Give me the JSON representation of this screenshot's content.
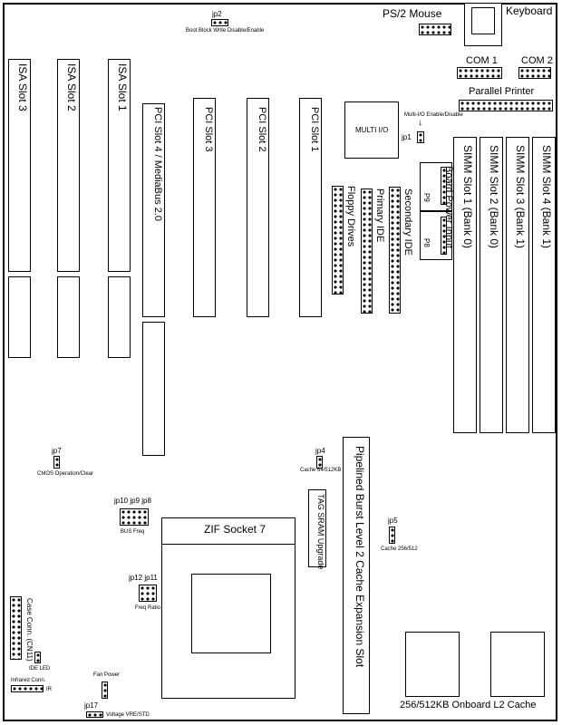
{
  "keyboard": "Keyboard",
  "ps2_mouse": "PS/2 Mouse",
  "jp2": "jp2",
  "boot_block": "Boot Block Write Disable/Enable",
  "com1": "COM 1",
  "com2": "COM 2",
  "parallel_printer": "Parallel Printer",
  "isa_slots": [
    "ISA Slot 3",
    "ISA Slot 2",
    "ISA Slot 1"
  ],
  "pci_slots": [
    "PCI Slot 4 / MediaBus 2.0",
    "PCI Slot 3",
    "PCI Slot 2",
    "PCI Slot 1"
  ],
  "multi_io": "MULTI I/O",
  "multi_io_enable": "Multi-I/O Enable/Disable",
  "jp1": "jp1",
  "floppy_drives": "Floppy Drives",
  "primary_ide": "Primary IDE",
  "secondary_ide": "Secondary IDE",
  "board_power_input": "Board Power Input",
  "p9": "P9",
  "p8": "P8",
  "simm_slots": [
    "SIMM Slot 1 (Bank 0)",
    "SIMM Slot 2 (Bank 0)",
    "SIMM Slot 3 (Bank 1)",
    "SIMM Slot 4 (Bank 1)"
  ],
  "jp7": "jp7",
  "cmos": "CMOS Operation/Clear",
  "jp4": "jp4",
  "cache_jp4": "Cache 64/512KB",
  "pipelined_cache": "Pipelined Burst Level 2 Cache Expansion Slot",
  "jp10_9_8": "jp10 jp9 jp8",
  "bus_freq": "BUS Freq",
  "zif_socket": "ZIF Socket 7",
  "tag_sram": "TAG SRAM Upgrade",
  "jp5": "jp5",
  "cache_jp5": "Cache 256/512",
  "jp12_11": "jp12 jp11",
  "freq_ratio": "Freq Ratio",
  "case_conn": "Case Conn. (CN11)",
  "ide_led": "IDE LED",
  "infrared_conn": "Infrared Conn.",
  "ir": "IR",
  "fan_power": "Fan Power",
  "jp17": "jp17",
  "voltage": "Voltage VRE/STD",
  "onboard_cache": "256/512KB Onboard L2 Cache"
}
